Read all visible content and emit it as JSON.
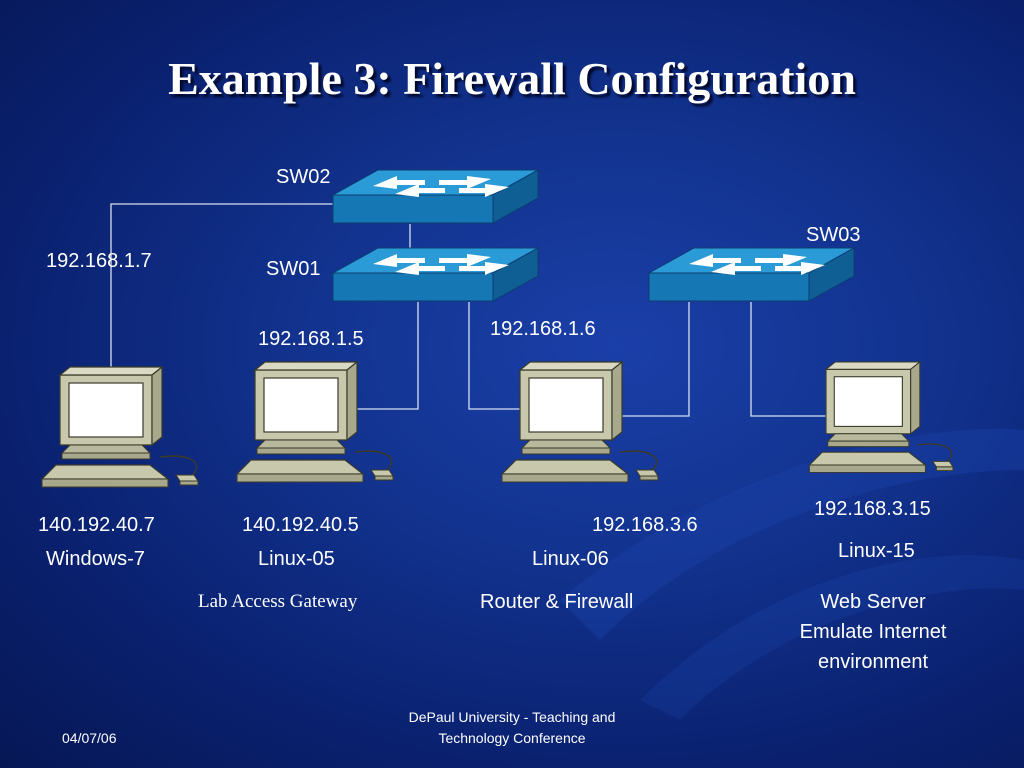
{
  "title": "Example 3: Firewall Configuration",
  "switches": [
    {
      "id": "sw02",
      "label": "SW02"
    },
    {
      "id": "sw01",
      "label": "SW01"
    },
    {
      "id": "sw03",
      "label": "SW03"
    }
  ],
  "hosts": [
    {
      "id": "windows-7",
      "internal_ip": "192.168.1.7",
      "external_ip": "140.192.40.7",
      "name": "Windows-7"
    },
    {
      "id": "linux-05",
      "internal_ip": "192.168.1.5",
      "external_ip": "140.192.40.5",
      "name": "Linux-05",
      "role": "Lab Access Gateway"
    },
    {
      "id": "linux-06",
      "internal_ip": "192.168.1.6",
      "external_ip": "192.168.3.6",
      "name": "Linux-06",
      "role": "Router & Firewall"
    },
    {
      "id": "linux-15",
      "internal_ip": "192.168.3.15",
      "name": "Linux-15",
      "role_lines": [
        "Web Server",
        "Emulate Internet",
        "environment"
      ]
    }
  ],
  "footer": {
    "date": "04/07/06",
    "org_line1": "DePaul University - Teaching and",
    "org_line2": "Technology Conference"
  },
  "colors": {
    "background": "#12338f",
    "switch_top": "#2b9bd8",
    "switch_side": "#1577b3",
    "computer_body": "#c8c8ac",
    "link_line": "#d8e0f0"
  }
}
